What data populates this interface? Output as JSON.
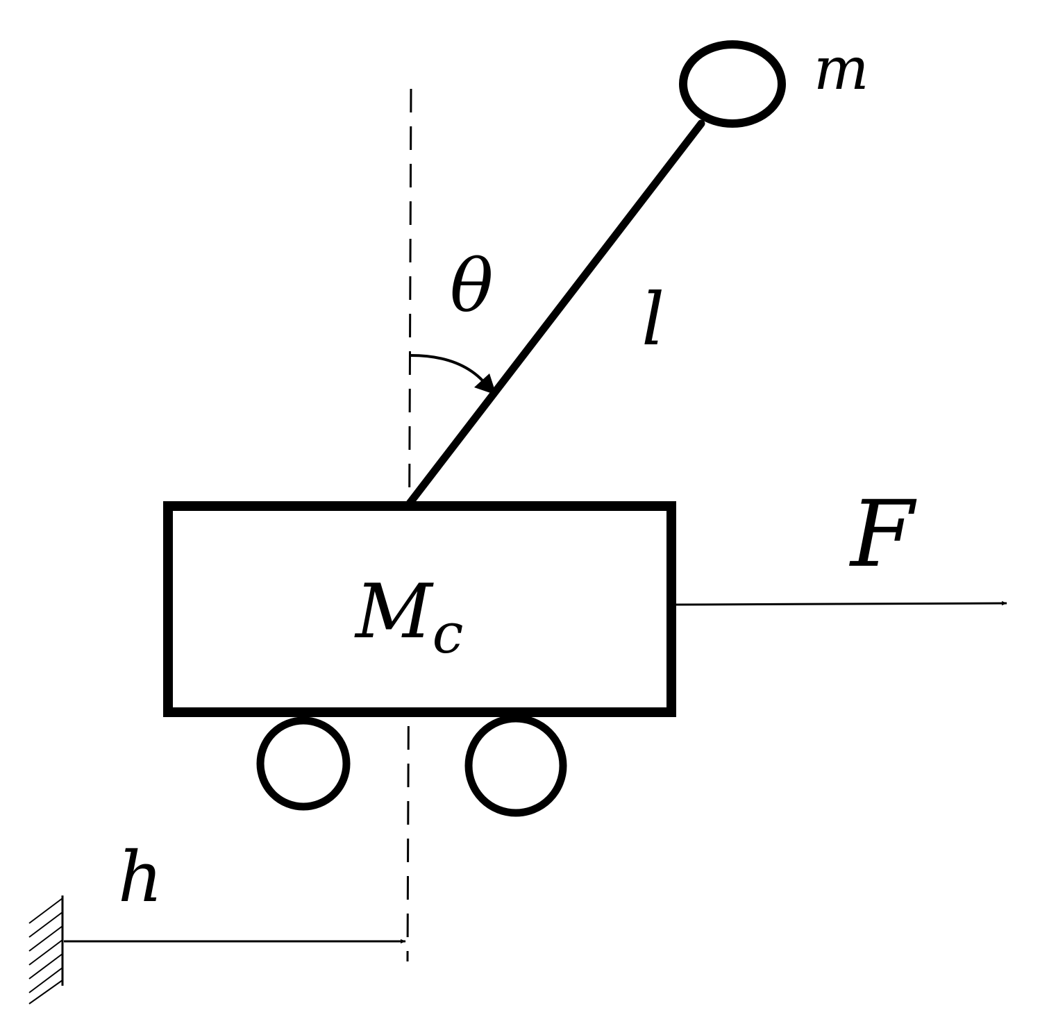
{
  "labels": {
    "mass": "m",
    "angle": "θ",
    "length": "l",
    "force": "F",
    "cart_main": "M",
    "cart_sub": "c",
    "position": "h"
  }
}
